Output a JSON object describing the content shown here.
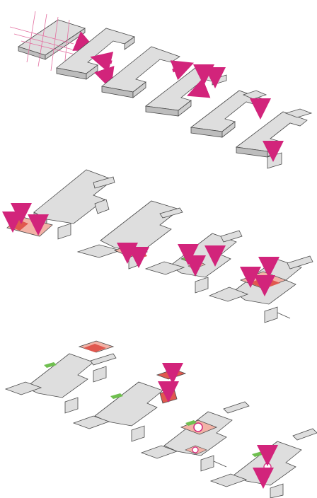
{
  "diagram": {
    "colors": {
      "top": "#dedede",
      "side": "#bdbdbd",
      "edge": "#4a4a4a",
      "arrow": "#d2247b",
      "arrow_light": "#e79ac0",
      "highlight_red": "#e0584f",
      "highlight_pink": "#f2b2a6",
      "highlight_green": "#6fbf4f",
      "grid_line": "#e36fa0"
    },
    "rows": [
      {
        "stage": "massing",
        "blocks": 6
      },
      {
        "stage": "subtraction",
        "blocks": 4
      },
      {
        "stage": "insertion",
        "blocks": 4
      }
    ]
  }
}
